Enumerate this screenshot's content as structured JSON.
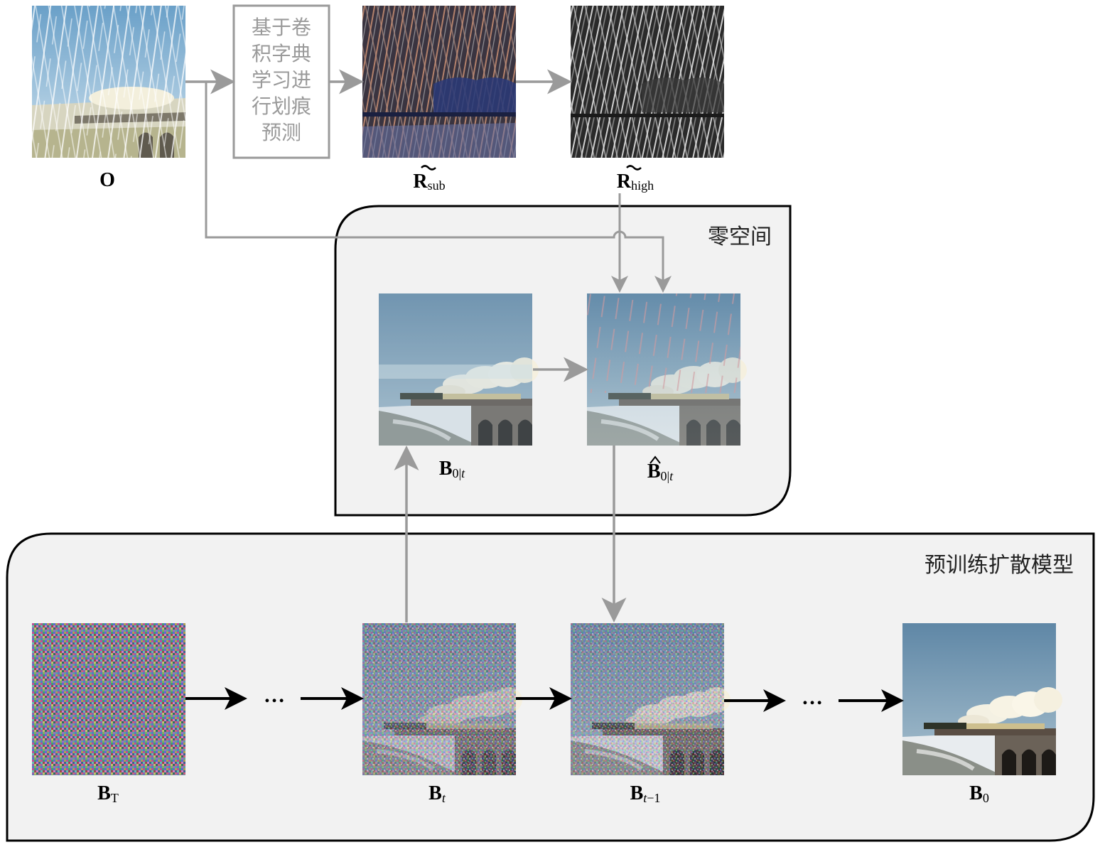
{
  "images": {
    "O": {
      "label": "O",
      "kind": "rainy"
    },
    "R_sub": {
      "label": "R",
      "sub": "sub",
      "kind": "rain_color"
    },
    "R_high": {
      "label": "R",
      "sub": "high",
      "kind": "rain_gray"
    },
    "B_0t": {
      "label": "B",
      "sub": "0|",
      "sub_italic": "t",
      "kind": "blurry_clean"
    },
    "B_hat_0t": {
      "label": "B",
      "sub": "0|",
      "sub_italic": "t",
      "kind": "restored_rain"
    },
    "B_T": {
      "label": "B",
      "sub": "T",
      "kind": "noise"
    },
    "B_t": {
      "label": "B",
      "sub_italic": "t",
      "kind": "noisy_heavy"
    },
    "B_t_minus_1": {
      "label": "B",
      "sub_italic": "t",
      "sub": "−1",
      "kind": "noisy_light"
    },
    "B_0": {
      "label": "B",
      "sub": "0",
      "kind": "clean"
    }
  },
  "dict_box": {
    "lines": [
      "基于卷",
      "积字典",
      "学习进",
      "行划痕",
      "预测"
    ]
  },
  "null_space": {
    "title": "零空间"
  },
  "diffusion": {
    "title": "预训练扩散模型"
  },
  "ellipsis": "…",
  "colors": {
    "gray_arrow": "#9a9a9a",
    "black_arrow": "#000000",
    "panel_fill": "#f2f2f2",
    "panel_stroke": "#000000"
  }
}
